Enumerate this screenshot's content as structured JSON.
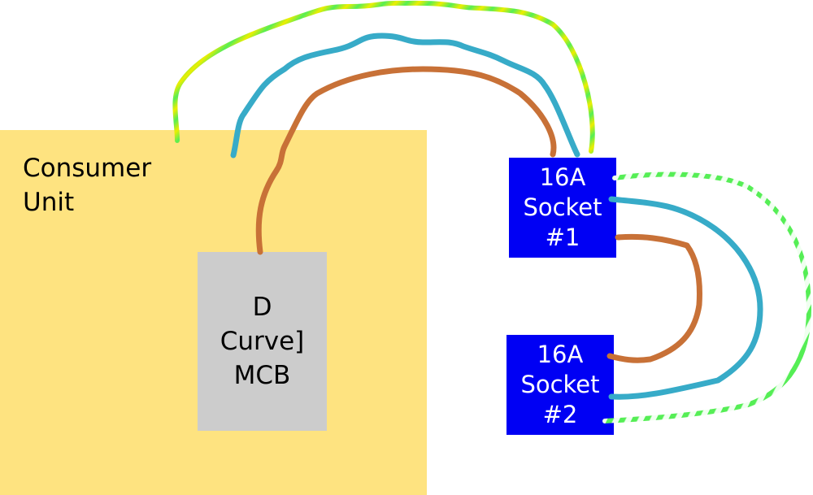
{
  "colors": {
    "consumer_unit": "#fee380",
    "mcb": "#cccccc",
    "socket": "#0000f4",
    "socket_text": "#ffffff",
    "live": "#c87137",
    "neutral": "#37abc8",
    "earth_green": "#55ee55",
    "earth_yellow": "#eeee00",
    "earth_light": "#f0fff0"
  },
  "consumer_unit": {
    "label": "Consumer\nUnit"
  },
  "mcb": {
    "label": "D\nCurve]\nMCB"
  },
  "sockets": [
    {
      "label": "16A\nSocket\n#1"
    },
    {
      "label": "16A\nSocket\n#2"
    }
  ],
  "wires": [
    {
      "name": "live-cu-to-socket1",
      "type": "live"
    },
    {
      "name": "neutral-cu-to-socket1",
      "type": "neutral"
    },
    {
      "name": "earth-cu-to-socket1",
      "type": "earth"
    },
    {
      "name": "live-socket1-to-socket2",
      "type": "live"
    },
    {
      "name": "neutral-socket1-to-socket2",
      "type": "neutral"
    },
    {
      "name": "earth-socket1-to-socket2",
      "type": "earth"
    }
  ]
}
